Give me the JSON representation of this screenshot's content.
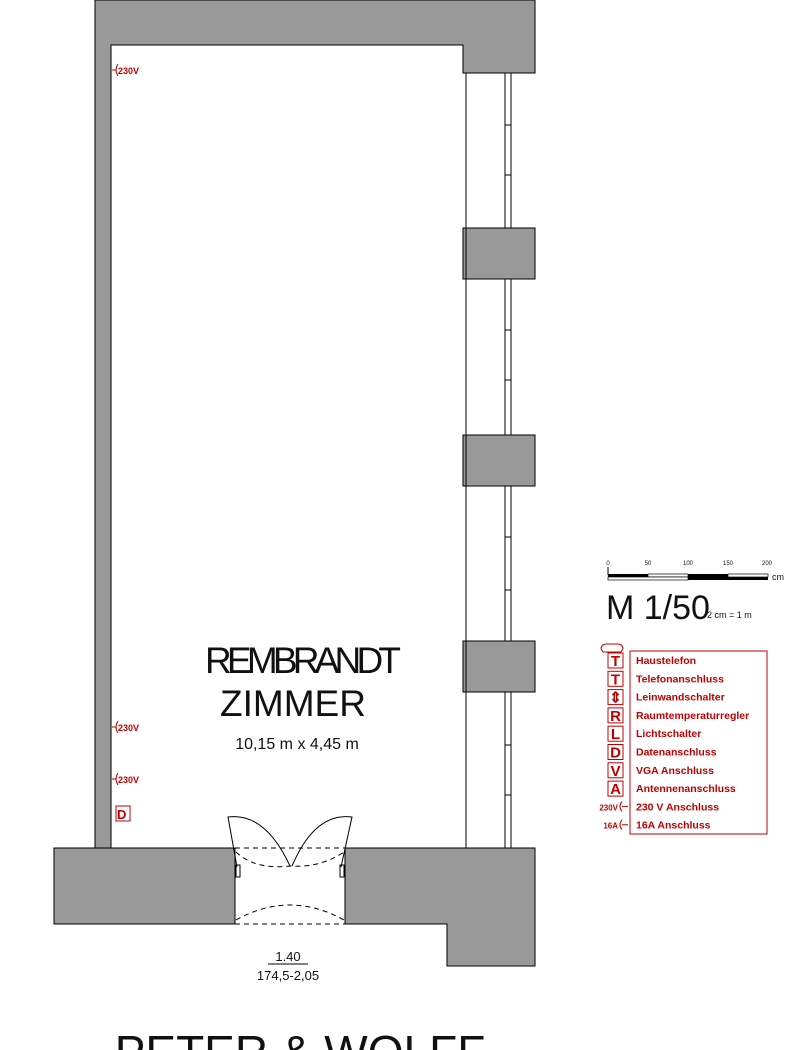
{
  "room": {
    "name_line1": "REMBRANDT",
    "name_line2": "ZIMMER",
    "dimensions": "10,15 m x 4,45 m"
  },
  "door": {
    "width": "1.40",
    "height_info": "174,5-2,05"
  },
  "next_room": "PETER & WOLFF",
  "outlets": {
    "socket_label": "230V",
    "data_label": "D"
  },
  "scale": {
    "ticks": [
      "0",
      "50",
      "100",
      "150",
      "200"
    ],
    "unit": "cm",
    "title": "M 1/50",
    "note": "2 cm = 1 m"
  },
  "legend": {
    "items": [
      {
        "icon": "T",
        "label": "Haustelefon"
      },
      {
        "icon": "T",
        "label": "Telefonanschluss"
      },
      {
        "icon": "⇕",
        "label": "Leinwandschalter"
      },
      {
        "icon": "R",
        "label": "Raumtemperaturregler"
      },
      {
        "icon": "L",
        "label": "Lichtschalter"
      },
      {
        "icon": "D",
        "label": "Datenanschluss"
      },
      {
        "icon": "V",
        "label": "VGA Anschluss"
      },
      {
        "icon": "A",
        "label": "Antennenanschluss"
      },
      {
        "icon": "230V",
        "label": "230 V Anschluss"
      },
      {
        "icon": "16A",
        "label": "16A Anschluss"
      }
    ]
  },
  "colors": {
    "wall": "#999999",
    "accent": "#c00000"
  }
}
